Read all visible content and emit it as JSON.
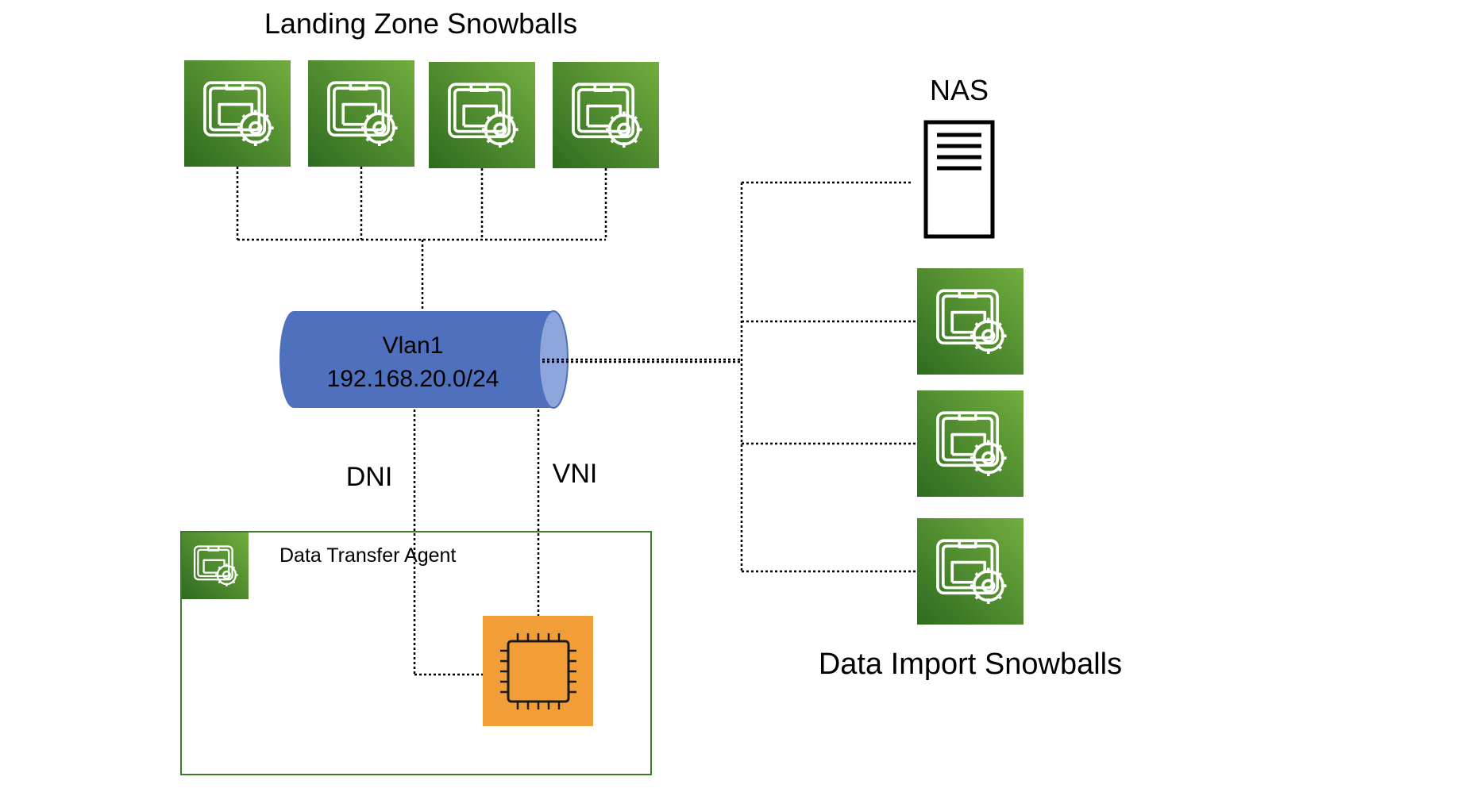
{
  "title_top": "Landing Zone Snowballs",
  "nas": {
    "label": "NAS"
  },
  "vlan": {
    "name": "Vlan1",
    "subnet": "192.168.20.0/24"
  },
  "dni_label": "DNI",
  "vni_label": "VNI",
  "agent": {
    "label": "Data Transfer Agent"
  },
  "title_bottom_right": "Data Import Snowballs",
  "icons": {
    "snowball": "snowball-device-icon",
    "nas": "nas-server-icon",
    "chip": "processor-chip-icon"
  },
  "colors": {
    "snowball_dark": "#2e6b1f",
    "snowball_light": "#72ad3f",
    "vlan": "#4f70bd",
    "vlan_end": "#8fa6dc",
    "chip": "#f29e38",
    "agent_border": "#3d7a2a"
  }
}
